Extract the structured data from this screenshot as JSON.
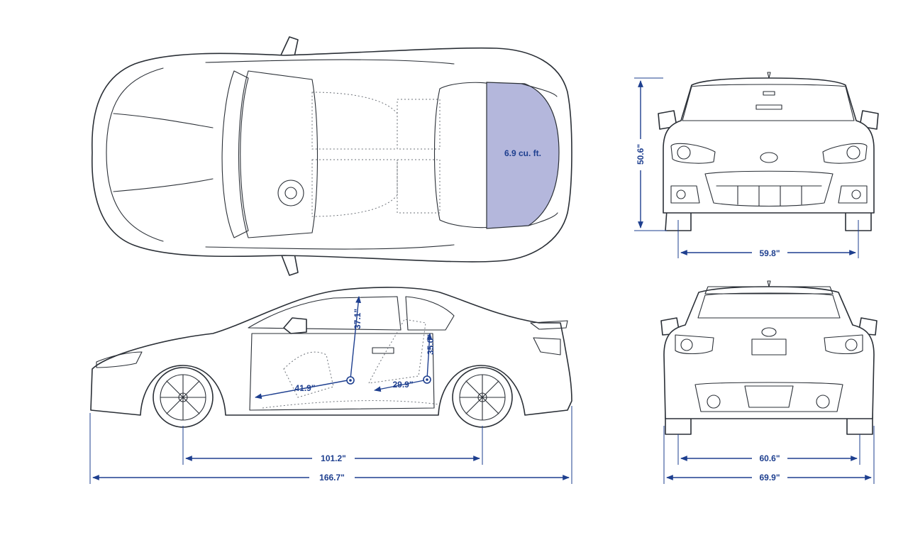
{
  "colors": {
    "dimension_blue": "#1e3f8f",
    "trunk_fill": "#b4b7dc",
    "line": "#2a2f36"
  },
  "top_view": {
    "trunk_volume": "6.9 cu. ft."
  },
  "side_view": {
    "front_headroom": "37.1\"",
    "rear_headroom": "35.0\"",
    "front_legroom": "41.9\"",
    "rear_legroom": "29.9\"",
    "wheelbase": "101.2\"",
    "overall_length": "166.7\""
  },
  "front_view": {
    "height": "50.6\"",
    "front_track": "59.8\""
  },
  "rear_view": {
    "rear_track": "60.6\"",
    "overall_width": "69.9\""
  }
}
